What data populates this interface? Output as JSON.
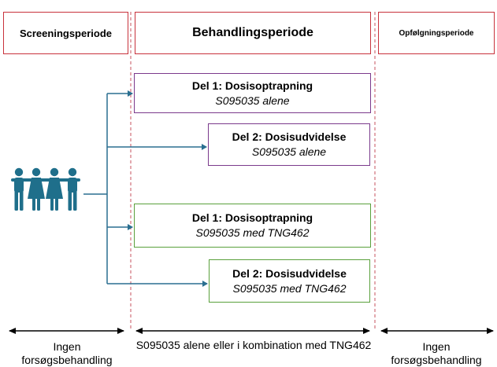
{
  "periods": {
    "screening": "Screeningsperiode",
    "treatment": "Behandlingsperiode",
    "followup": "Opfølgningsperiode"
  },
  "arms": [
    {
      "title": "Del 1: Dosisoptrapning",
      "subtitle": "S095035 alene",
      "color": "#7b3a8c"
    },
    {
      "title": "Del 2: Dosisudvidelse",
      "subtitle": "S095035 alene",
      "color": "#7b3a8c"
    },
    {
      "title": "Del 1: Dosisoptrapning",
      "subtitle": "S095035 med TNG462",
      "color": "#5aa03c"
    },
    {
      "title": "Del 2: Dosisudvidelse",
      "subtitle": "S095035 med TNG462",
      "color": "#5aa03c"
    }
  ],
  "bottom": {
    "screening_label": "Ingen forsøgsbehandling",
    "treatment_label": "S095035 alene eller i kombination med TNG462",
    "followup_label": "Ingen forsøgsbehandling"
  },
  "colors": {
    "period_border": "#c8323c",
    "arrow": "#2a6f90",
    "people": "#1f6f8b",
    "divider": "#d0707a"
  },
  "icons": {
    "participants": "people-group-icon"
  }
}
